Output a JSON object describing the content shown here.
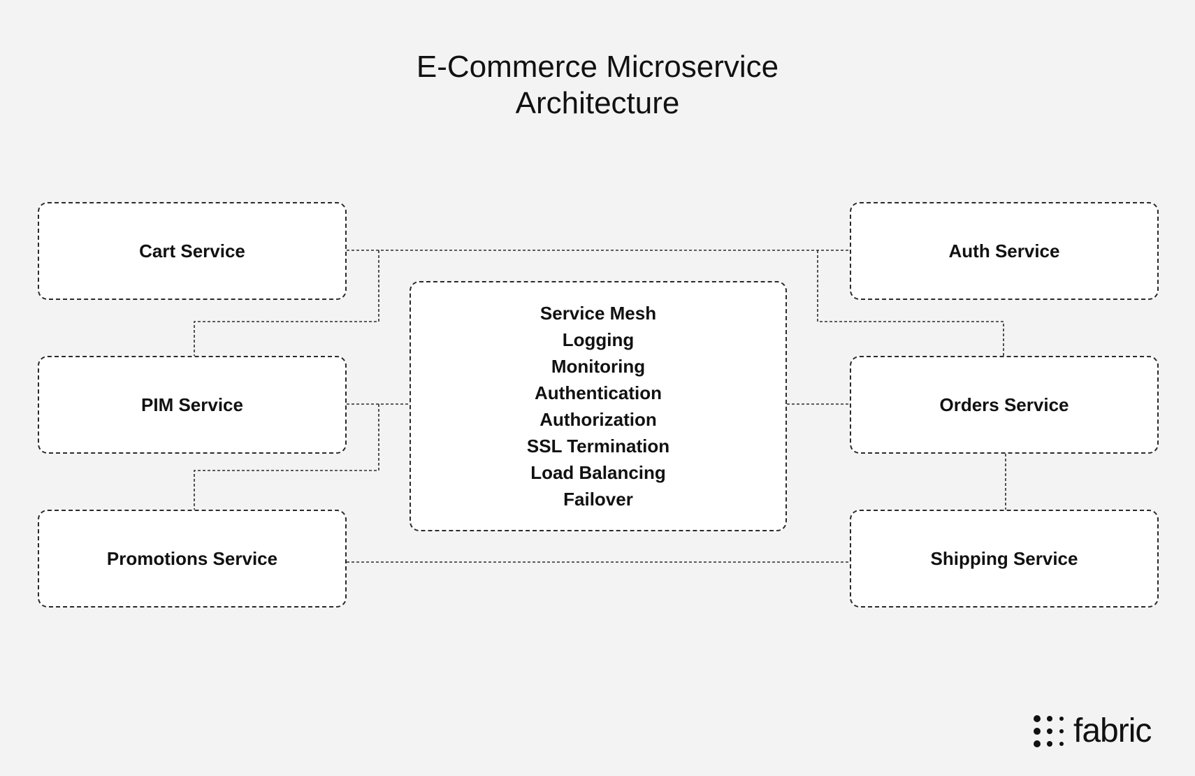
{
  "diagram": {
    "title_line1": "E-Commerce Microservice",
    "title_line2": "Architecture",
    "services": {
      "cart": "Cart Service",
      "pim": "PIM Service",
      "promotions": "Promotions Service",
      "auth": "Auth Service",
      "orders": "Orders Service",
      "shipping": "Shipping Service"
    },
    "mesh_items": [
      "Service Mesh",
      "Logging",
      "Monitoring",
      "Authentication",
      "Authorization",
      "SSL Termination",
      "Load Balancing",
      "Failover"
    ]
  },
  "logo": {
    "text": "fabric",
    "icon": "dot-grid-icon"
  },
  "colors": {
    "background": "#f3f3f3",
    "box_fill": "#ffffff",
    "line": "#2a2a2a",
    "text": "#111111"
  }
}
